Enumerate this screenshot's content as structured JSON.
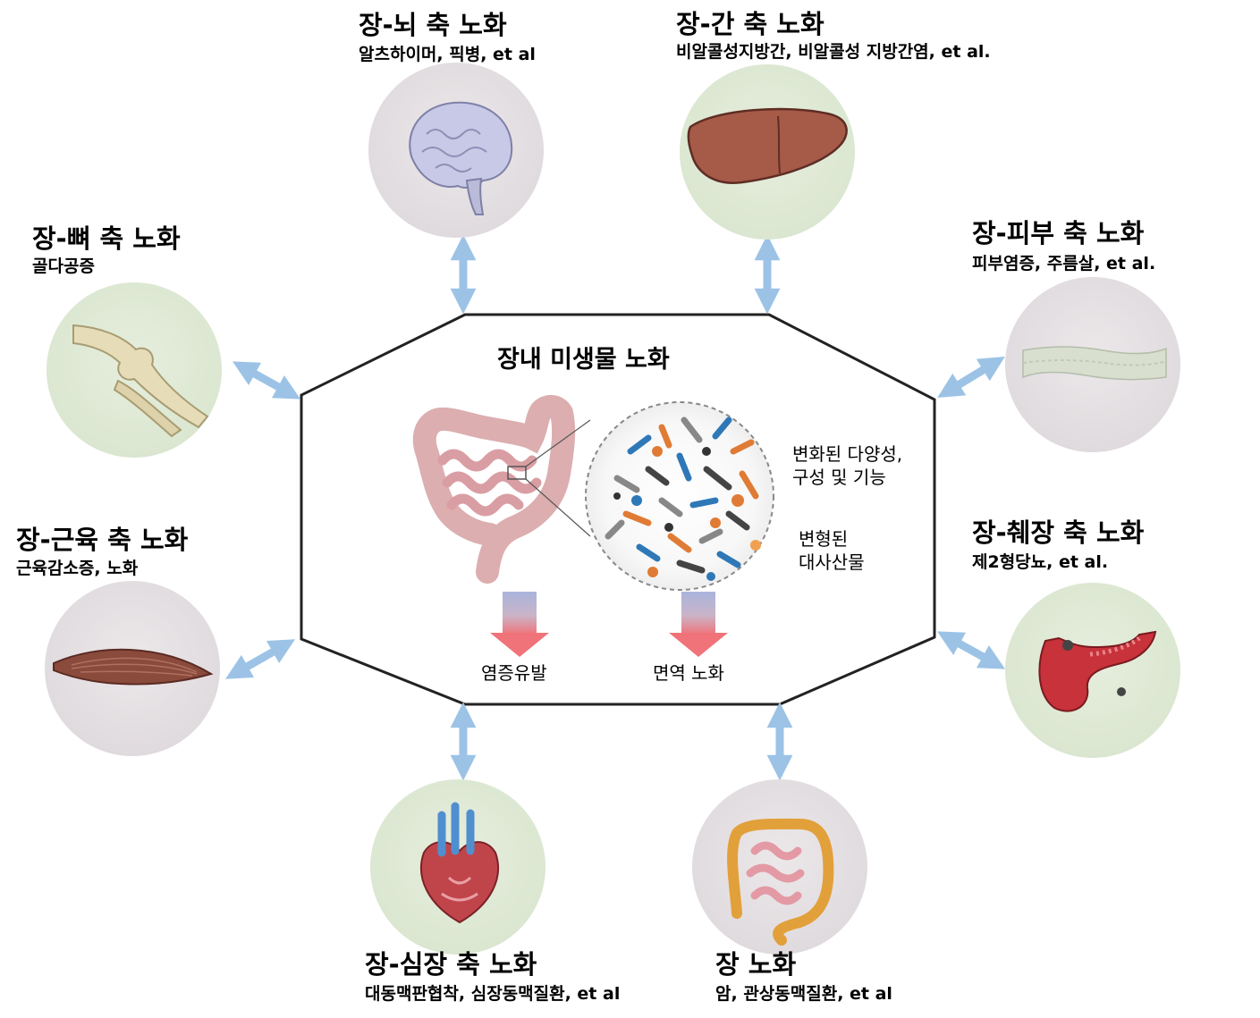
{
  "center": {
    "title": "장내 미생물 노화",
    "notes": [
      "변화된 다양성,",
      "구성 및 기능",
      "변형된",
      "대사산물"
    ],
    "outcomes": [
      "염증유발",
      "면역 노화"
    ]
  },
  "axes": {
    "brain": {
      "title": "장-뇌 축 노화",
      "sub": "알츠하이머, 픽병, et al",
      "icon": "brain-icon"
    },
    "liver": {
      "title": "장-간 축 노화",
      "sub": "비알콜성지방간, 비알콜성 지방간염, et al.",
      "icon": "liver-icon"
    },
    "bone": {
      "title": "장-뼈 축 노화",
      "sub": "골다공증",
      "icon": "bone-icon"
    },
    "skin": {
      "title": "장-피부 축 노화",
      "sub": "피부염증, 주름살, et al.",
      "icon": "skin-icon"
    },
    "muscle": {
      "title": "장-근육 축 노화",
      "sub": "근육감소증, 노화",
      "icon": "muscle-icon"
    },
    "pancreas": {
      "title": "장-췌장 축 노화",
      "sub": "제2형당뇨, et al.",
      "icon": "pancreas-icon"
    },
    "heart": {
      "title": "장-심장 축 노화",
      "sub": "대동맥판협착, 심장동맥질환, et al",
      "icon": "heart-icon"
    },
    "gut": {
      "title": "장 노화",
      "sub": "암, 관상동맥질환, et al",
      "icon": "intestine-icon"
    }
  },
  "colors": {
    "arrow": "#9cc3e6",
    "circle_gray": "#e0dbde",
    "circle_green": "#dbe7d1",
    "gradient_top": "#a9b4dc",
    "gradient_bottom": "#f0737a"
  }
}
